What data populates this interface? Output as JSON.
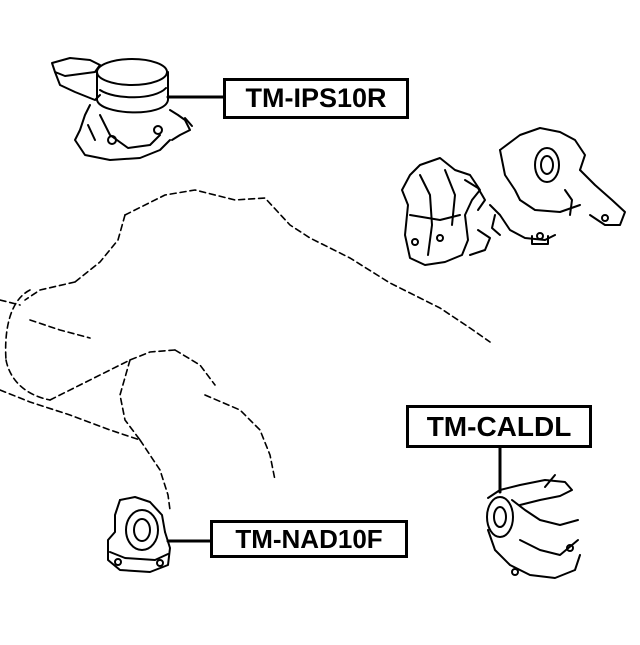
{
  "labels": {
    "top": "TM-IPS10R",
    "right": "TM-CALDL",
    "bottom": "TM-NAD10F"
  },
  "colors": {
    "line": "#000000",
    "background": "#ffffff"
  },
  "parts": [
    {
      "name": "engine-mount-rh",
      "icon": "engine-mount-icon"
    },
    {
      "name": "transmission-mount-lh",
      "icon": "transmission-mount-icon"
    },
    {
      "name": "front-mount",
      "icon": "front-mount-icon"
    },
    {
      "name": "rear-bracket-assembly",
      "icon": "bracket-icon"
    }
  ]
}
